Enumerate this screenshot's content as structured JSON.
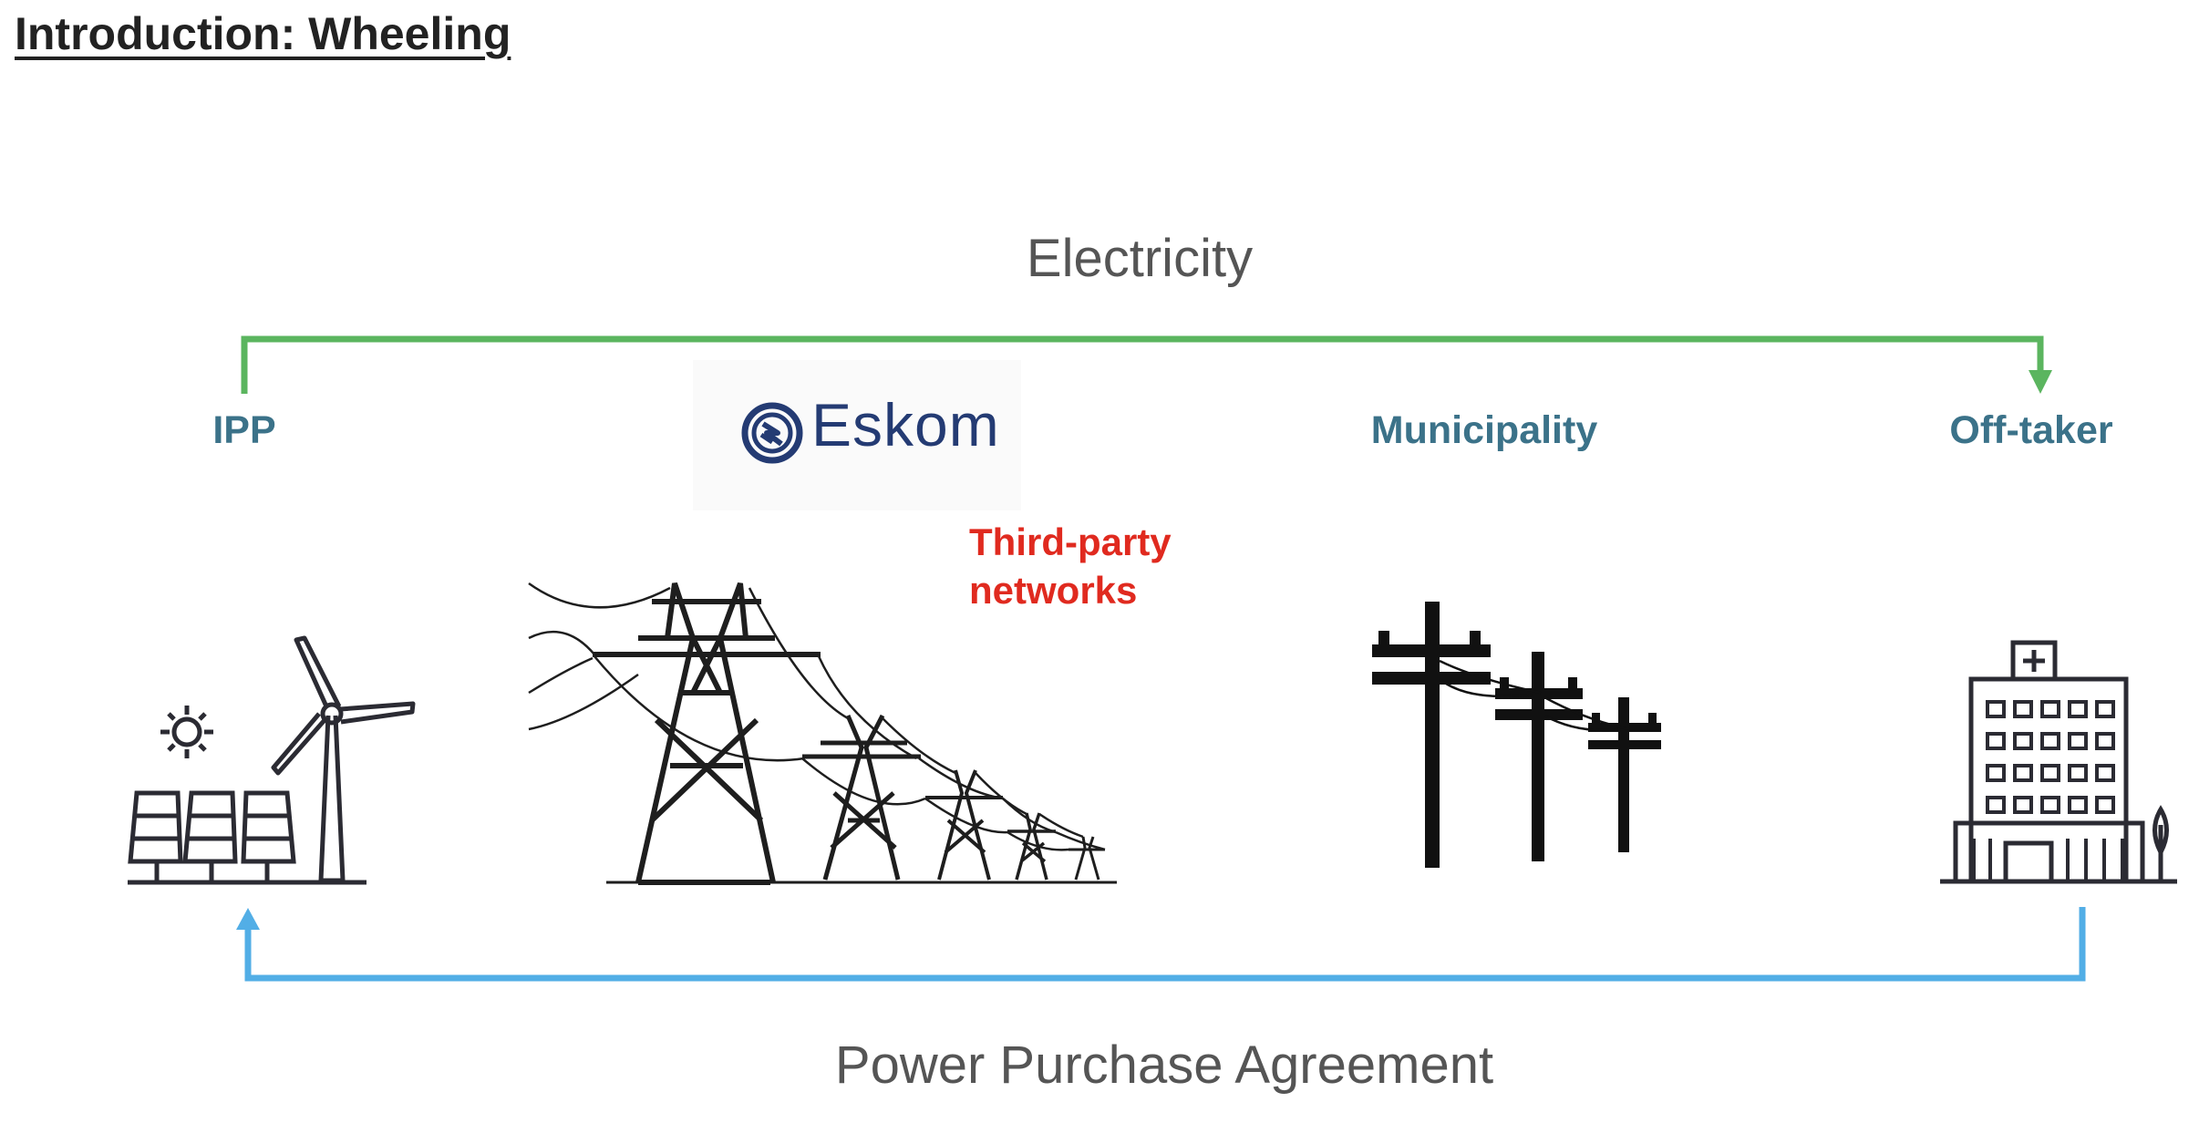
{
  "title": "Introduction: Wheeling",
  "flows": {
    "electricity": "Electricity",
    "ppa": "Power Purchase Agreement"
  },
  "parties": {
    "ipp": "IPP",
    "eskom": "Eskom",
    "third_party_line1": "Third-party",
    "third_party_line2": "networks",
    "municipality": "Municipality",
    "offtaker": "Off-taker"
  },
  "colors": {
    "electricity_arrow": "#5bb55f",
    "ppa_arrow": "#52aee6",
    "party_label": "#3b7289",
    "third_party": "#e02a1f",
    "eskom_brand": "#243b73"
  },
  "icons": [
    "sun-icon",
    "solar-panels-icon",
    "wind-turbine-icon",
    "transmission-towers-icon",
    "utility-poles-icon",
    "hospital-building-icon",
    "tree-icon",
    "eskom-logo-icon"
  ]
}
